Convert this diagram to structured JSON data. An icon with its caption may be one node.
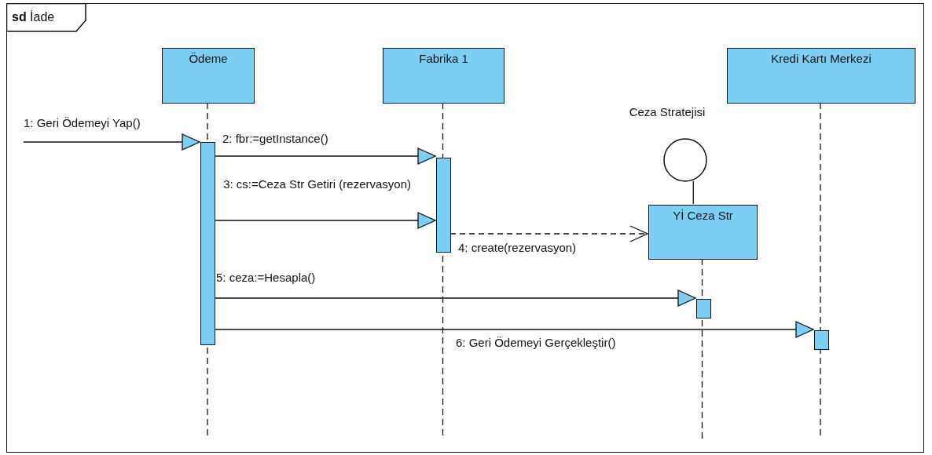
{
  "diagram": {
    "nodes": [
      {
        "text": [
          "**sd** İade"
        ]
      },
      {
        "text": [
          "Ödeme"
        ],
        "in": 0
      },
      {
        "text": [
          "Fabrika 1"
        ],
        "in": 0
      },
      {
        "text": [
          "Kredi Kartı Merkezi"
        ],
        "in": 0
      },
      {
        "text": [
          "Ceza Stratejisi"
        ],
        "in": 0
      },
      {
        "text": [
          "Yİ Ceza Str"
        ],
        "in": 0
      },
      {
        "text": [],
        "shape": "bar",
        "in": 0
      },
      {
        "text": [],
        "shape": "bar",
        "in": 0
      },
      {
        "text": [],
        "shape": "bar",
        "in": 0
      },
      {
        "text": [],
        "shape": "bar",
        "in": 0
      }
    ],
    "edges": [
      {
        "from": null,
        "to": 6,
        "arrow": "to",
        "label": "1: Geri Ödemeyi Yap()"
      },
      {
        "from": 6,
        "to": 7,
        "arrow": "to",
        "label": "2: fbr:=getInstance()"
      },
      {
        "from": 6,
        "to": 7,
        "arrow": "to",
        "label": "3: cs:=Ceza Str Getiri (rezervasyon)"
      },
      {
        "from": 7,
        "to": 5,
        "arrow": "to",
        "style": "dashed",
        "label": "4: create(rezervasyon)"
      },
      {
        "from": 6,
        "to": 8,
        "arrow": "to",
        "label": "5: ceza:=Hesapla()"
      },
      {
        "from": 6,
        "to": 9,
        "arrow": "to",
        "label": "6: Geri Ödemeyi Gerçekleştir()"
      },
      {
        "from": 4,
        "to": 5,
        "arrow": "none"
      }
    ]
  }
}
